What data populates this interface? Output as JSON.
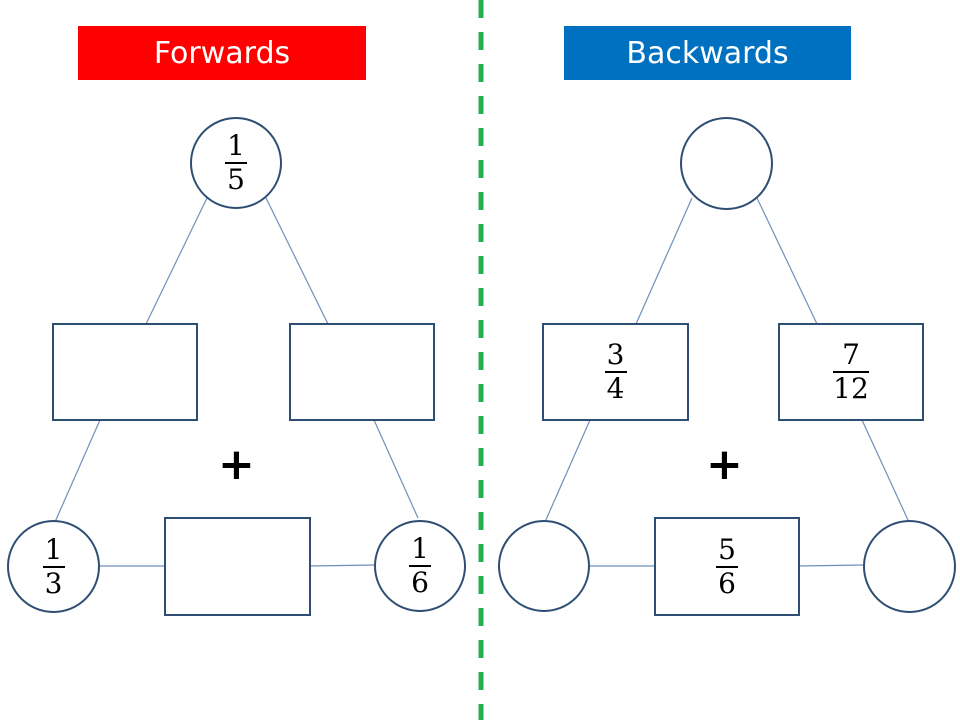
{
  "colors": {
    "forwards_banner": "#ff0000",
    "backwards_banner": "#0070c0",
    "node_border": "#2f4e74",
    "connector": "#6f8fba",
    "divider": "#22b14c"
  },
  "forwards": {
    "title": "Forwards",
    "top": {
      "num": "1",
      "den": "5"
    },
    "middle_left": null,
    "middle_right": null,
    "operator": "+",
    "bottom_left": {
      "num": "1",
      "den": "3"
    },
    "bottom_middle": null,
    "bottom_right": {
      "num": "1",
      "den": "6"
    }
  },
  "backwards": {
    "title": "Backwards",
    "top": null,
    "middle_left": {
      "num": "3",
      "den": "4"
    },
    "middle_right": {
      "num": "7",
      "den": "12"
    },
    "operator": "+",
    "bottom_left": null,
    "bottom_middle": {
      "num": "5",
      "den": "6"
    },
    "bottom_right": null
  }
}
